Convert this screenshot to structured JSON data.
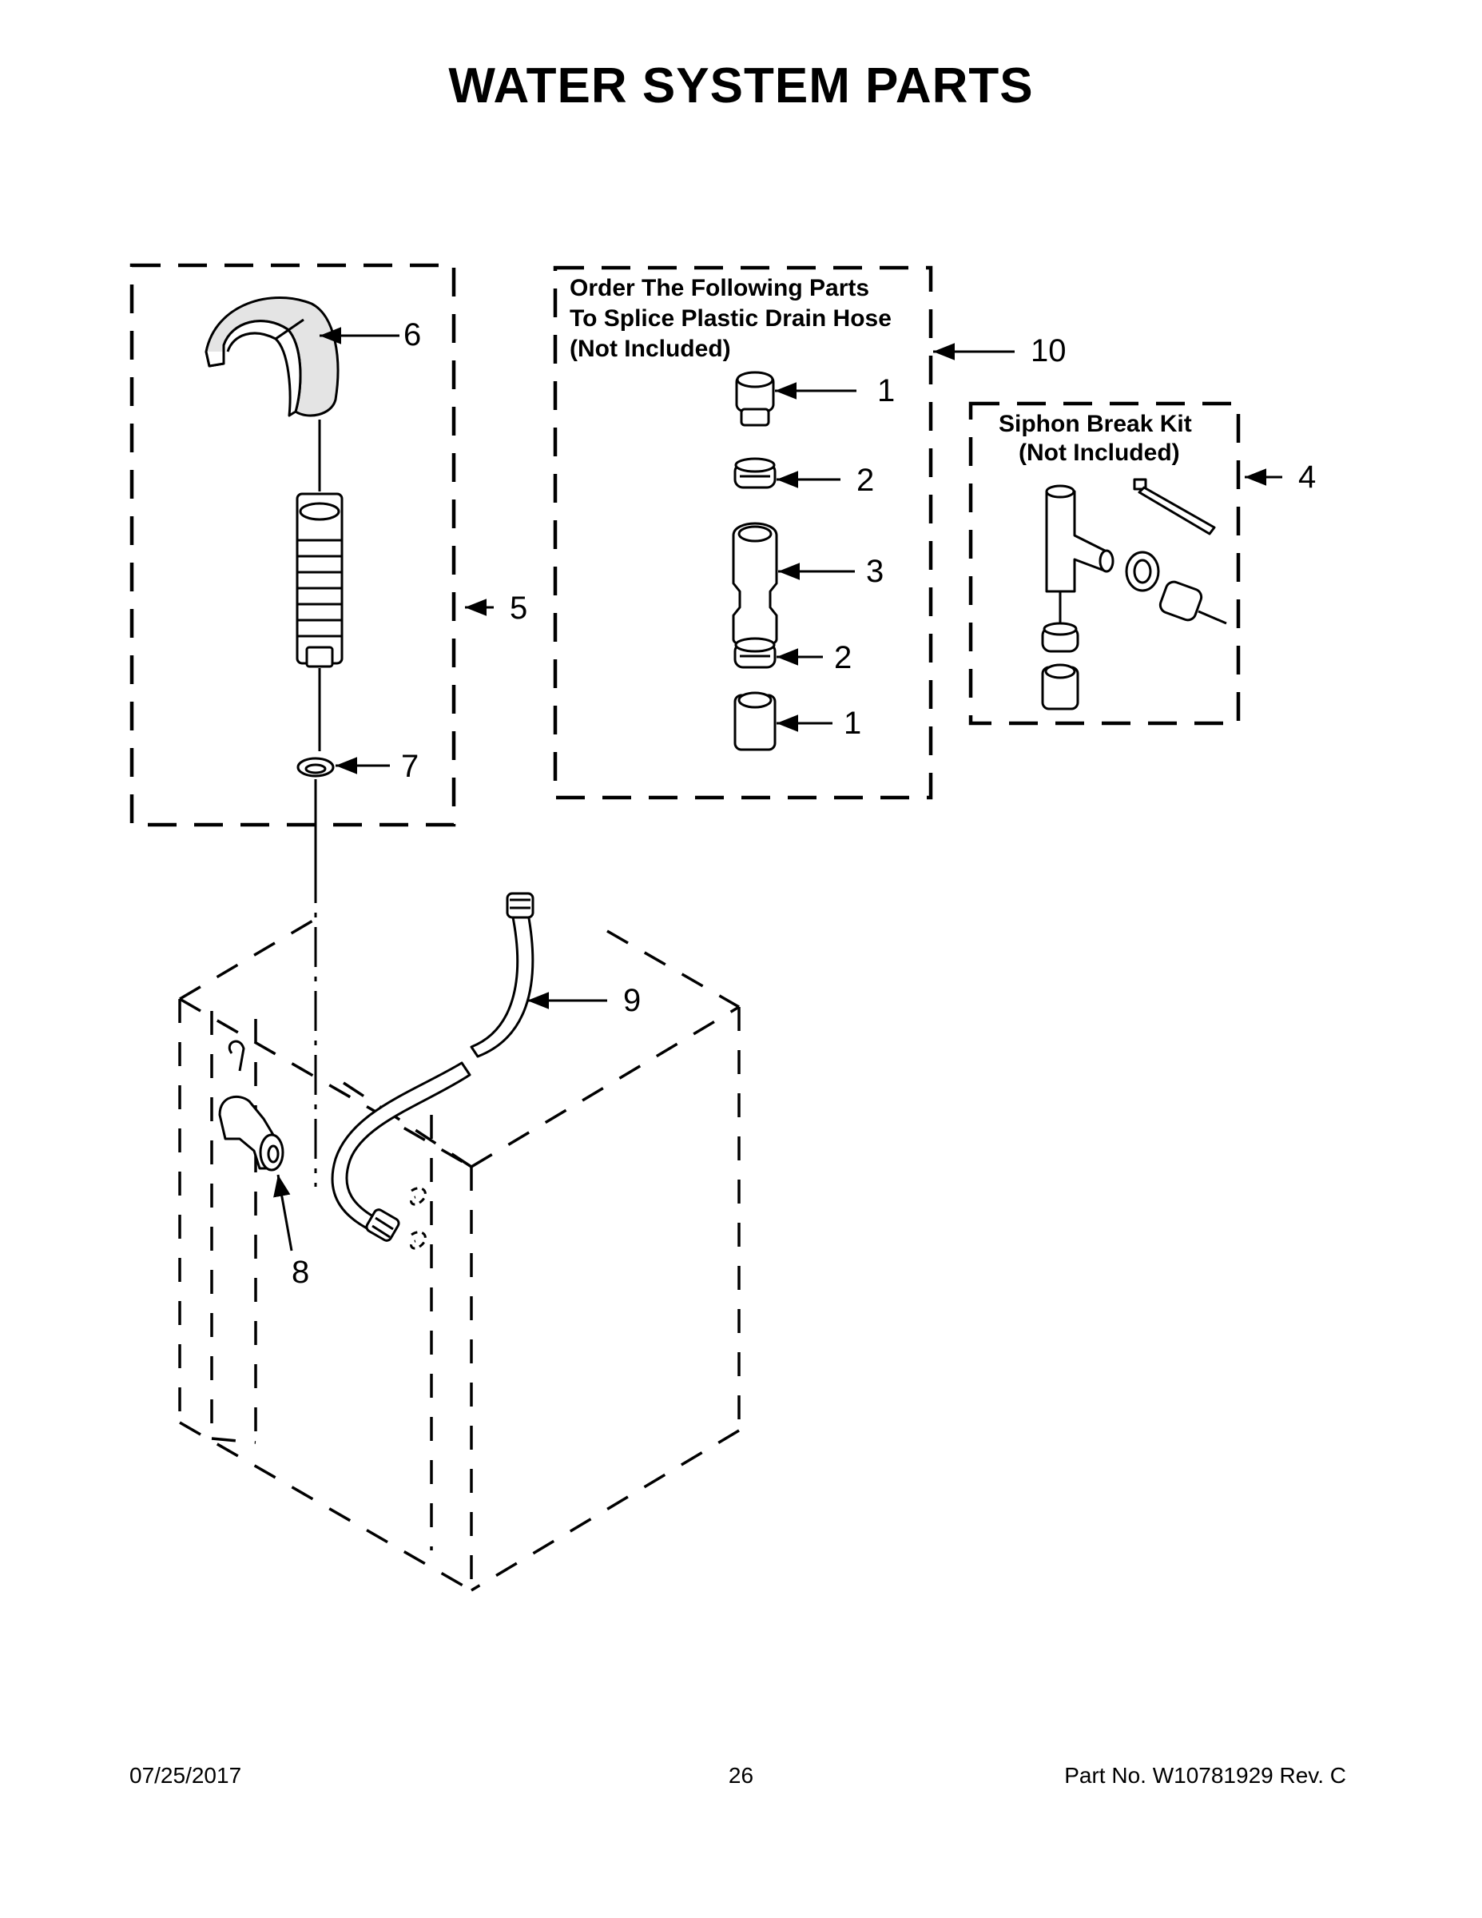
{
  "title": "WATER SYSTEM PARTS",
  "splice_note": {
    "line1": "Order The Following Parts",
    "line2": "To Splice Plastic Drain Hose",
    "line3": "(Not Included)"
  },
  "siphon_note": {
    "line1": "Siphon Break Kit",
    "line2": "(Not Included)"
  },
  "callouts": {
    "c1a": "1",
    "c1b": "1",
    "c2a": "2",
    "c2b": "2",
    "c3": "3",
    "c4": "4",
    "c5": "5",
    "c6": "6",
    "c7": "7",
    "c8": "8",
    "c9": "9",
    "c10": "10"
  },
  "footer": {
    "date": "07/25/2017",
    "page": "26",
    "part_no": "Part No.  W10781929  Rev.  C"
  }
}
